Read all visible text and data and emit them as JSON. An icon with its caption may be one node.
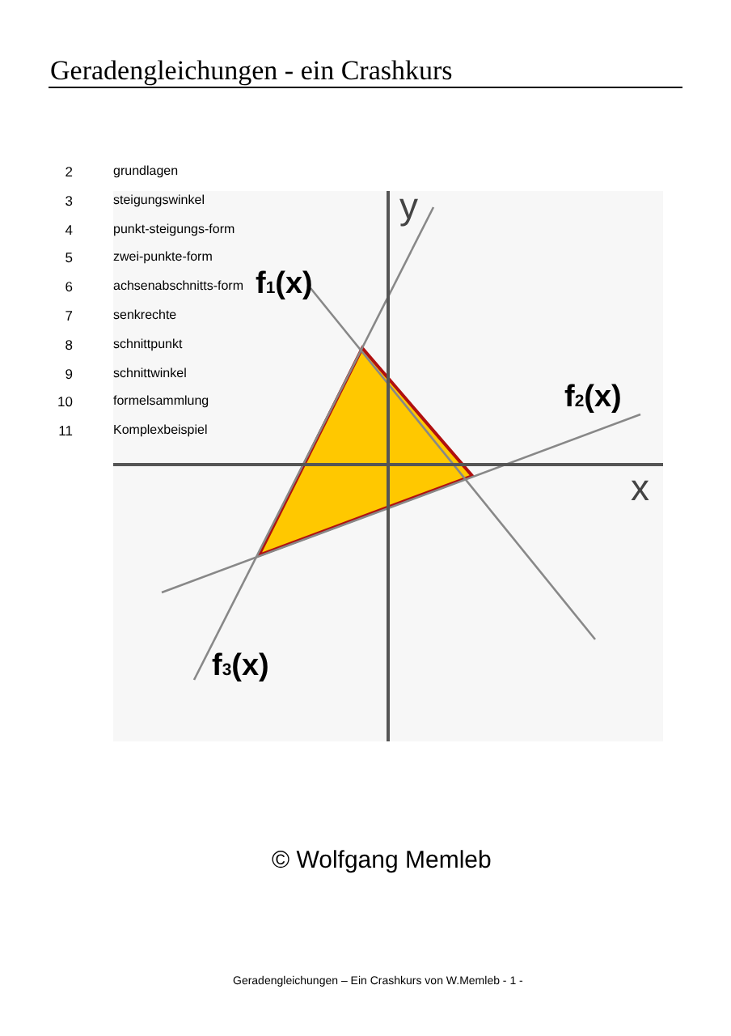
{
  "diagram": {
    "title": "Geradengleichungen - ein Crashkurs",
    "labels": [
      "2",
      "grundlagen",
      "3",
      "steigungswinkel",
      "4",
      "punkt-steigungs-form",
      "5",
      "zwei-punkte-form",
      "6",
      "achsenabschnitts-form",
      "7",
      "senkrechte",
      "8",
      "schnittpunkt",
      "9",
      "schnittwinkel",
      "10",
      "formelsammlung",
      "11",
      "Komplexbeispiel",
      "y",
      "f$_{1}$(x)",
      "f$_{2}$(x)",
      "x",
      "f$_{3}$(x)",
      "© Wolfgang Memleb",
      "Geradengleichungen – Ein Crashkurs von W.Memleb - 1 -"
    ]
  }
}
